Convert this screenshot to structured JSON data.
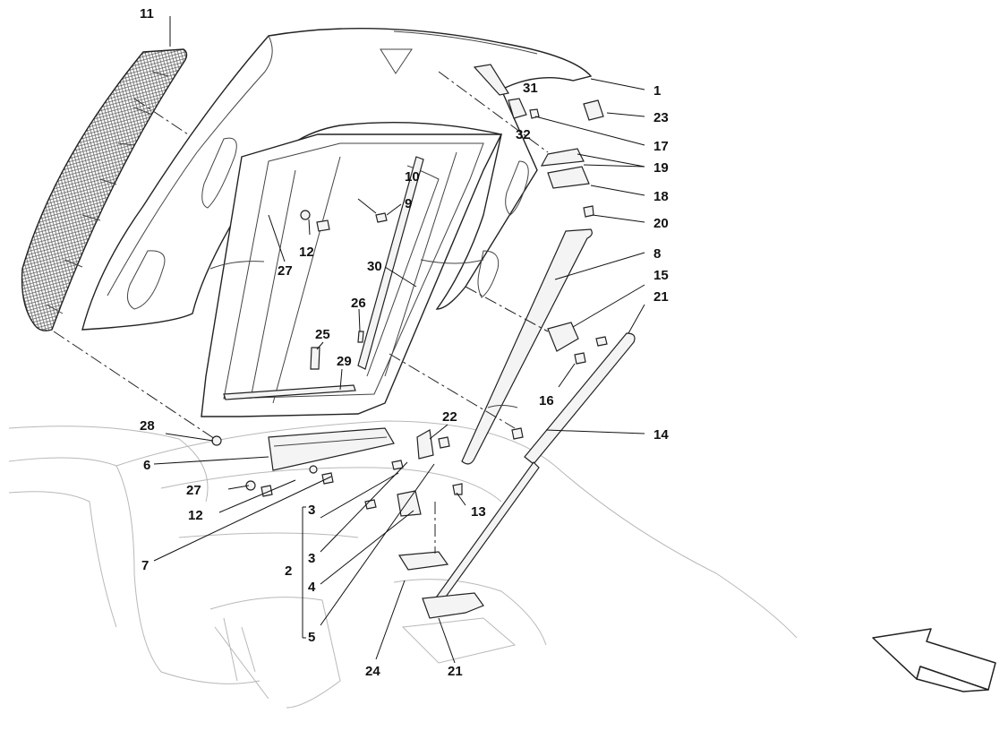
{
  "callouts": [
    {
      "id": "c1",
      "text": "1"
    },
    {
      "id": "c2",
      "text": "2"
    },
    {
      "id": "c3a",
      "text": "3"
    },
    {
      "id": "c3b",
      "text": "3"
    },
    {
      "id": "c4",
      "text": "4"
    },
    {
      "id": "c5",
      "text": "5"
    },
    {
      "id": "c6",
      "text": "6"
    },
    {
      "id": "c7",
      "text": "7"
    },
    {
      "id": "c8",
      "text": "8"
    },
    {
      "id": "c9",
      "text": "9"
    },
    {
      "id": "c10",
      "text": "10"
    },
    {
      "id": "c11",
      "text": "11"
    },
    {
      "id": "c12a",
      "text": "12"
    },
    {
      "id": "c12b",
      "text": "12"
    },
    {
      "id": "c13",
      "text": "13"
    },
    {
      "id": "c14",
      "text": "14"
    },
    {
      "id": "c15",
      "text": "15"
    },
    {
      "id": "c16",
      "text": "16"
    },
    {
      "id": "c17",
      "text": "17"
    },
    {
      "id": "c18",
      "text": "18"
    },
    {
      "id": "c19",
      "text": "19"
    },
    {
      "id": "c20",
      "text": "20"
    },
    {
      "id": "c21a",
      "text": "21"
    },
    {
      "id": "c21b",
      "text": "21"
    },
    {
      "id": "c22",
      "text": "22"
    },
    {
      "id": "c23",
      "text": "23"
    },
    {
      "id": "c24",
      "text": "24"
    },
    {
      "id": "c25",
      "text": "25"
    },
    {
      "id": "c26",
      "text": "26"
    },
    {
      "id": "c27a",
      "text": "27"
    },
    {
      "id": "c27b",
      "text": "27"
    },
    {
      "id": "c28",
      "text": "28"
    },
    {
      "id": "c29",
      "text": "29"
    },
    {
      "id": "c30",
      "text": "30"
    },
    {
      "id": "c31",
      "text": "31"
    },
    {
      "id": "c32",
      "text": "32"
    }
  ],
  "direction_arrow": {
    "icon": "direction-arrow-icon"
  },
  "colors": {
    "line": "#222222",
    "ghost": "#b8b8b8",
    "background": "#ffffff"
  }
}
